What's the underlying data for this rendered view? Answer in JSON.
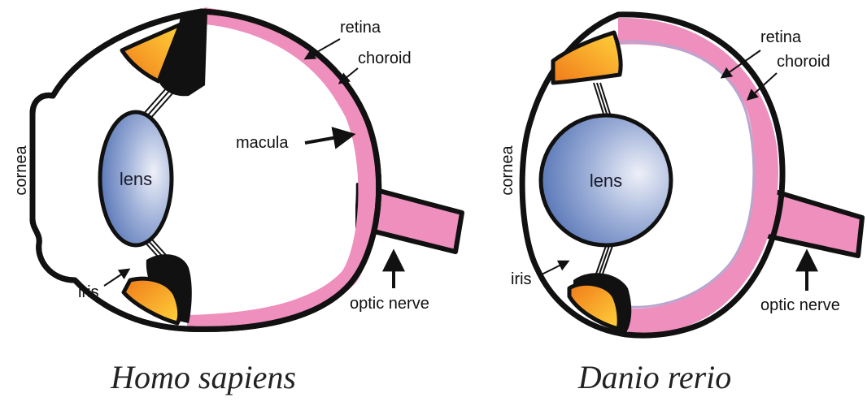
{
  "colors": {
    "outline": "#111111",
    "retina_pink": "#ee8fbd",
    "choroid_lavender": "#b9a6cf",
    "lens_blue_dark": "#4a6ab0",
    "lens_blue_light": "#eef0f8",
    "iris_orange": "#f07a1a",
    "iris_yellow": "#ffd23a",
    "background": "#ffffff"
  },
  "human_eye": {
    "label_cornea": "cornea",
    "label_lens": "lens",
    "label_iris": "iris",
    "label_retina": "retina",
    "label_choroid": "choroid",
    "label_macula": "macula",
    "label_optic_nerve": "optic nerve",
    "species_name": "Homo sapiens"
  },
  "zebrafish_eye": {
    "label_cornea": "cornea",
    "label_lens": "lens",
    "label_iris": "iris",
    "label_retina": "retina",
    "label_choroid": "choroid",
    "label_optic_nerve": "optic nerve",
    "species_name": "Danio rerio"
  }
}
